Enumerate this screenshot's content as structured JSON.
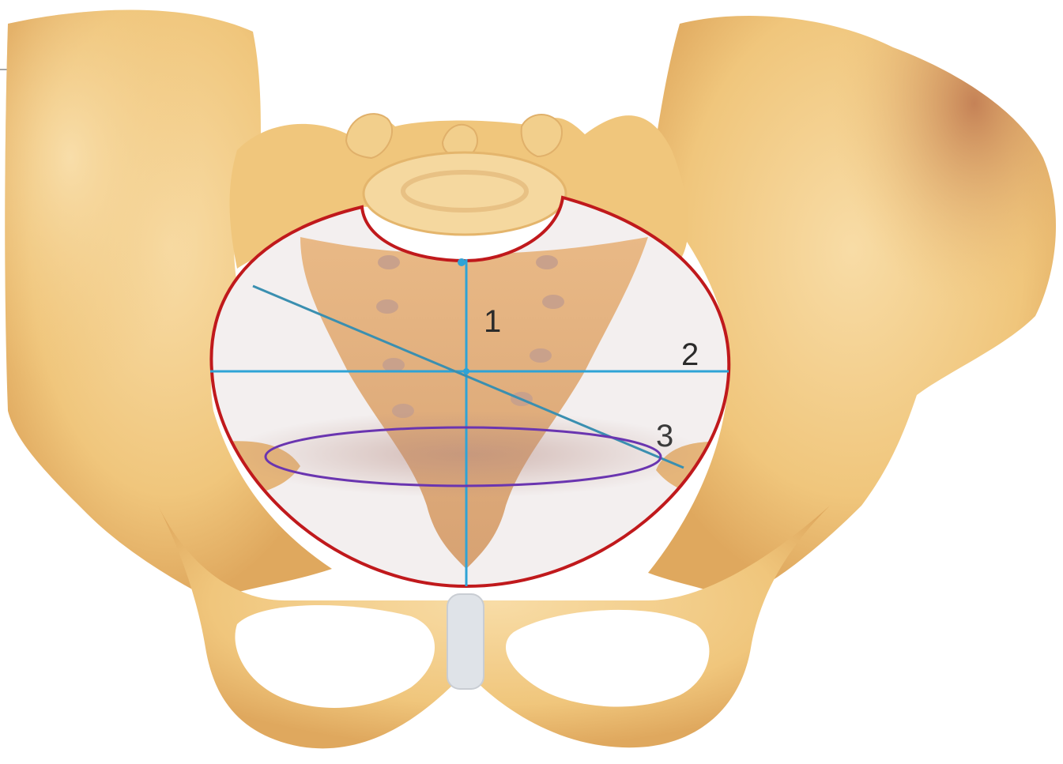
{
  "figure": {
    "labels": {
      "one": "1",
      "two": "2",
      "three": "3"
    }
  },
  "colors": {
    "background": "#ffffff",
    "bone": "#f0c67c",
    "bone_light": "#f7d9a2",
    "bone_shadow": "#d9a45c",
    "ilium_inner_shade": "#c98b5a",
    "inlet_fill": "#f3efef",
    "inlet_outline": "#c0191c",
    "diameter_lines": "#2ea3d6",
    "oblique_line": "#3a8fb0",
    "midpelvis_ellipse": "#6a35b0",
    "label_text": "#2b2b2b",
    "symphysis": "#dfe3e8"
  }
}
